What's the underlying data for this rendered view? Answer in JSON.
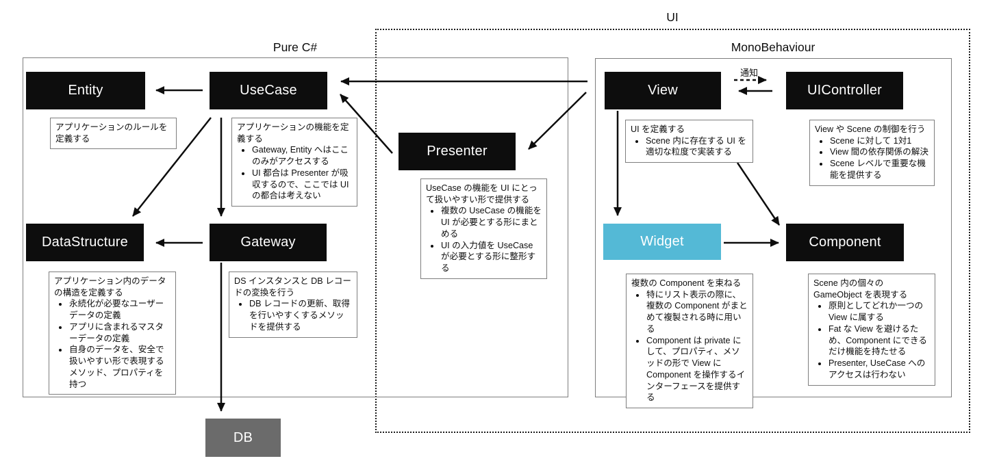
{
  "groups": {
    "ui": {
      "label": "UI"
    },
    "pure_cs": {
      "label": "Pure C#"
    },
    "mono": {
      "label": "MonoBehaviour"
    }
  },
  "nodes": {
    "entity": {
      "label": "Entity"
    },
    "usecase": {
      "label": "UseCase"
    },
    "presenter": {
      "label": "Presenter"
    },
    "datastructure": {
      "label": "DataStructure"
    },
    "gateway": {
      "label": "Gateway"
    },
    "db": {
      "label": "DB"
    },
    "view": {
      "label": "View"
    },
    "uicontroller": {
      "label": "UIController"
    },
    "widget": {
      "label": "Widget"
    },
    "component": {
      "label": "Component"
    }
  },
  "notes": {
    "entity": {
      "intro": "アプリケーションのルールを定義する",
      "bullets": []
    },
    "usecase": {
      "intro": "アプリケーションの機能を定義する",
      "bullets": [
        "Gateway, Entity へはここのみがアクセスする",
        "UI 都合は Presenter が吸収するので、ここでは UI の都合は考えない"
      ]
    },
    "presenter": {
      "intro": "UseCase の機能を UI にとって扱いやすい形で提供する",
      "bullets": [
        "複数の UseCase の機能を UI が必要とする形にまとめる",
        "UI の入力値を UseCase が必要とする形に整形する"
      ]
    },
    "datastructure": {
      "intro": "アプリケーション内のデータの構造を定義する",
      "bullets": [
        "永続化が必要なユーザーデータの定義",
        "アプリに含まれるマスターデータの定義",
        "自身のデータを、安全で扱いやすい形で表現するメソッド、プロパティを持つ"
      ]
    },
    "gateway": {
      "intro": "DS インスタンスと DB レコードの変換を行う",
      "bullets": [
        "DB レコードの更新、取得を行いやすくするメソッドを提供する"
      ]
    },
    "view": {
      "intro": "UI を定義する",
      "bullets": [
        "Scene 内に存在する UI を適切な粒度で実装する"
      ]
    },
    "uicontroller": {
      "intro": "View や Scene の制御を行う",
      "bullets": [
        "Scene に対して 1対1",
        "View 間の依存関係の解決",
        "Scene レベルで重要な機能を提供する"
      ]
    },
    "widget": {
      "intro": "複数の Component を束ねる",
      "bullets": [
        "特にリスト表示の際に、複数の Component がまとめて複製される時に用いる",
        "Component は private にして、プロパティ、メソッドの形で View に Component を操作するインターフェースを提供する"
      ]
    },
    "component": {
      "intro": "Scene 内の個々の GameObject を表現する",
      "bullets": [
        "原則としてどれか一つの View に属する",
        "Fat な View を避けるため、Component にできるだけ機能を持たせる",
        "Presenter, UseCase へのアクセスは行わない"
      ]
    }
  },
  "arrows": {
    "notify_label": "通知"
  },
  "colors": {
    "node_bg": "#0d0d0d",
    "widget_bg": "#54b9d6",
    "db_bg": "#6b6b6b",
    "border_gray": "#7d7d7d"
  }
}
